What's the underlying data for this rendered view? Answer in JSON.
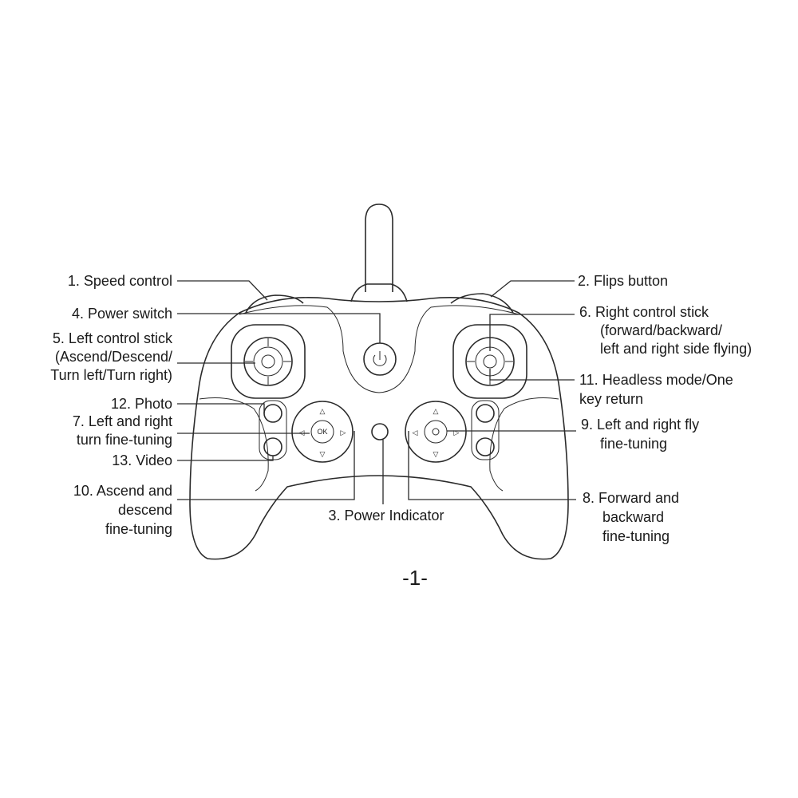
{
  "callouts": {
    "speed_control": "1. Speed control",
    "flips_button": "2. Flips button",
    "power_indicator": "3. Power Indicator",
    "power_switch": "4. Power switch",
    "left_stick": [
      "5. Left control stick",
      "(Ascend/Descend/",
      "Turn left/Turn right)"
    ],
    "right_stick": [
      "6. Right control stick",
      "(forward/backward/",
      "left and right side flying)"
    ],
    "left_right_turn": [
      "7. Left and right",
      "turn fine-tuning"
    ],
    "forward_backward": [
      "8. Forward and",
      "backward",
      "fine-tuning"
    ],
    "left_right_fly": [
      "9. Left and right fly",
      "fine-tuning"
    ],
    "ascend_descend": [
      "10. Ascend and",
      "descend",
      "fine-tuning"
    ],
    "headless_mode": [
      "11. Headless mode/One",
      "key return"
    ],
    "photo": "12. Photo",
    "video": "13. Video"
  },
  "button_marks": {
    "ok": "OK",
    "up_arrow": "△",
    "down_arrow": "▽",
    "left_arrow": "◁",
    "right_arrow": "▷"
  },
  "page_number": "-1-"
}
